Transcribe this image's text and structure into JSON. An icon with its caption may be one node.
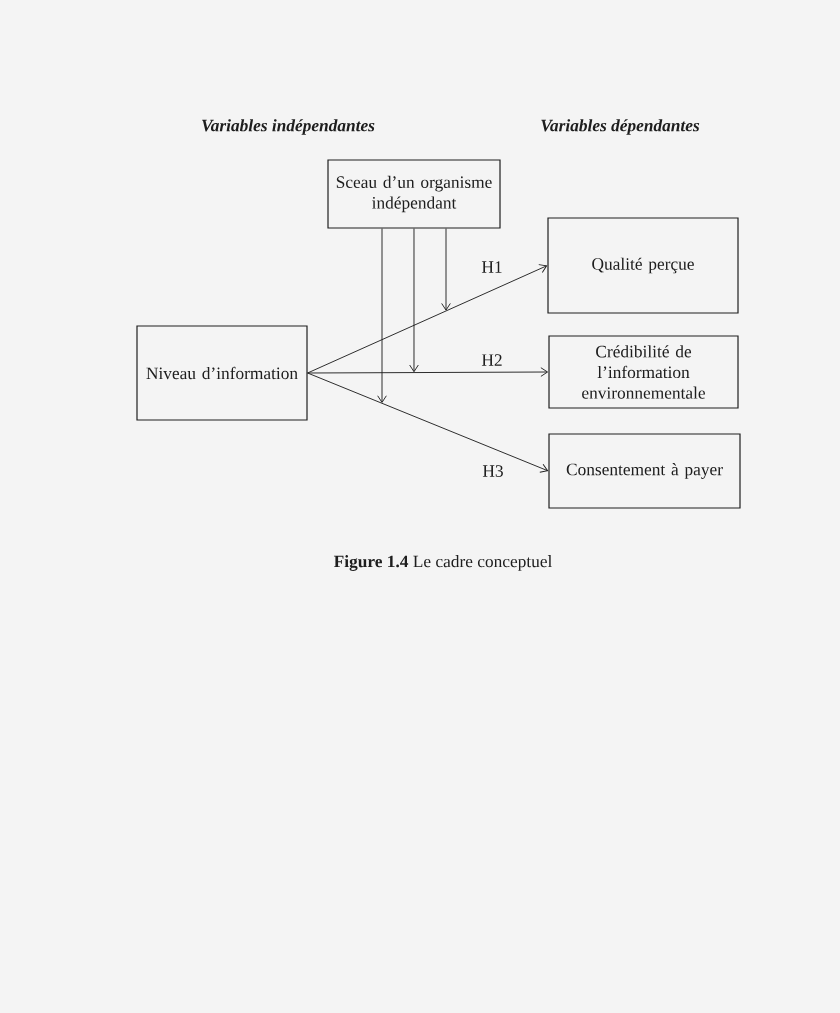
{
  "diagram": {
    "caption": "**Figure 1.4** Le cadre conceptuel",
    "nodes": [
      {
        "text": [
          "Sceau d’un organisme indépendant"
        ]
      },
      {
        "text": [
          "Niveau d’information"
        ]
      },
      {
        "text": [
          "Qualité perçue"
        ]
      },
      {
        "text": [
          "Crédibilité de l’information environnementale"
        ]
      },
      {
        "text": [
          "Consentement à payer"
        ]
      }
    ],
    "edges": [
      {
        "from": 1,
        "to": 2,
        "arrow": "to",
        "label": "H1"
      },
      {
        "from": 1,
        "to": 3,
        "arrow": "to",
        "label": "H2"
      },
      {
        "from": 1,
        "to": 4,
        "arrow": "to",
        "label": "H3"
      },
      {
        "from": 0,
        "to": null,
        "arrow": "to"
      },
      {
        "from": 0,
        "to": null,
        "arrow": "to"
      },
      {
        "from": 0,
        "to": null,
        "arrow": "to"
      }
    ],
    "labels": [
      "Variables indépendantes",
      "Variables dépendantes"
    ]
  }
}
